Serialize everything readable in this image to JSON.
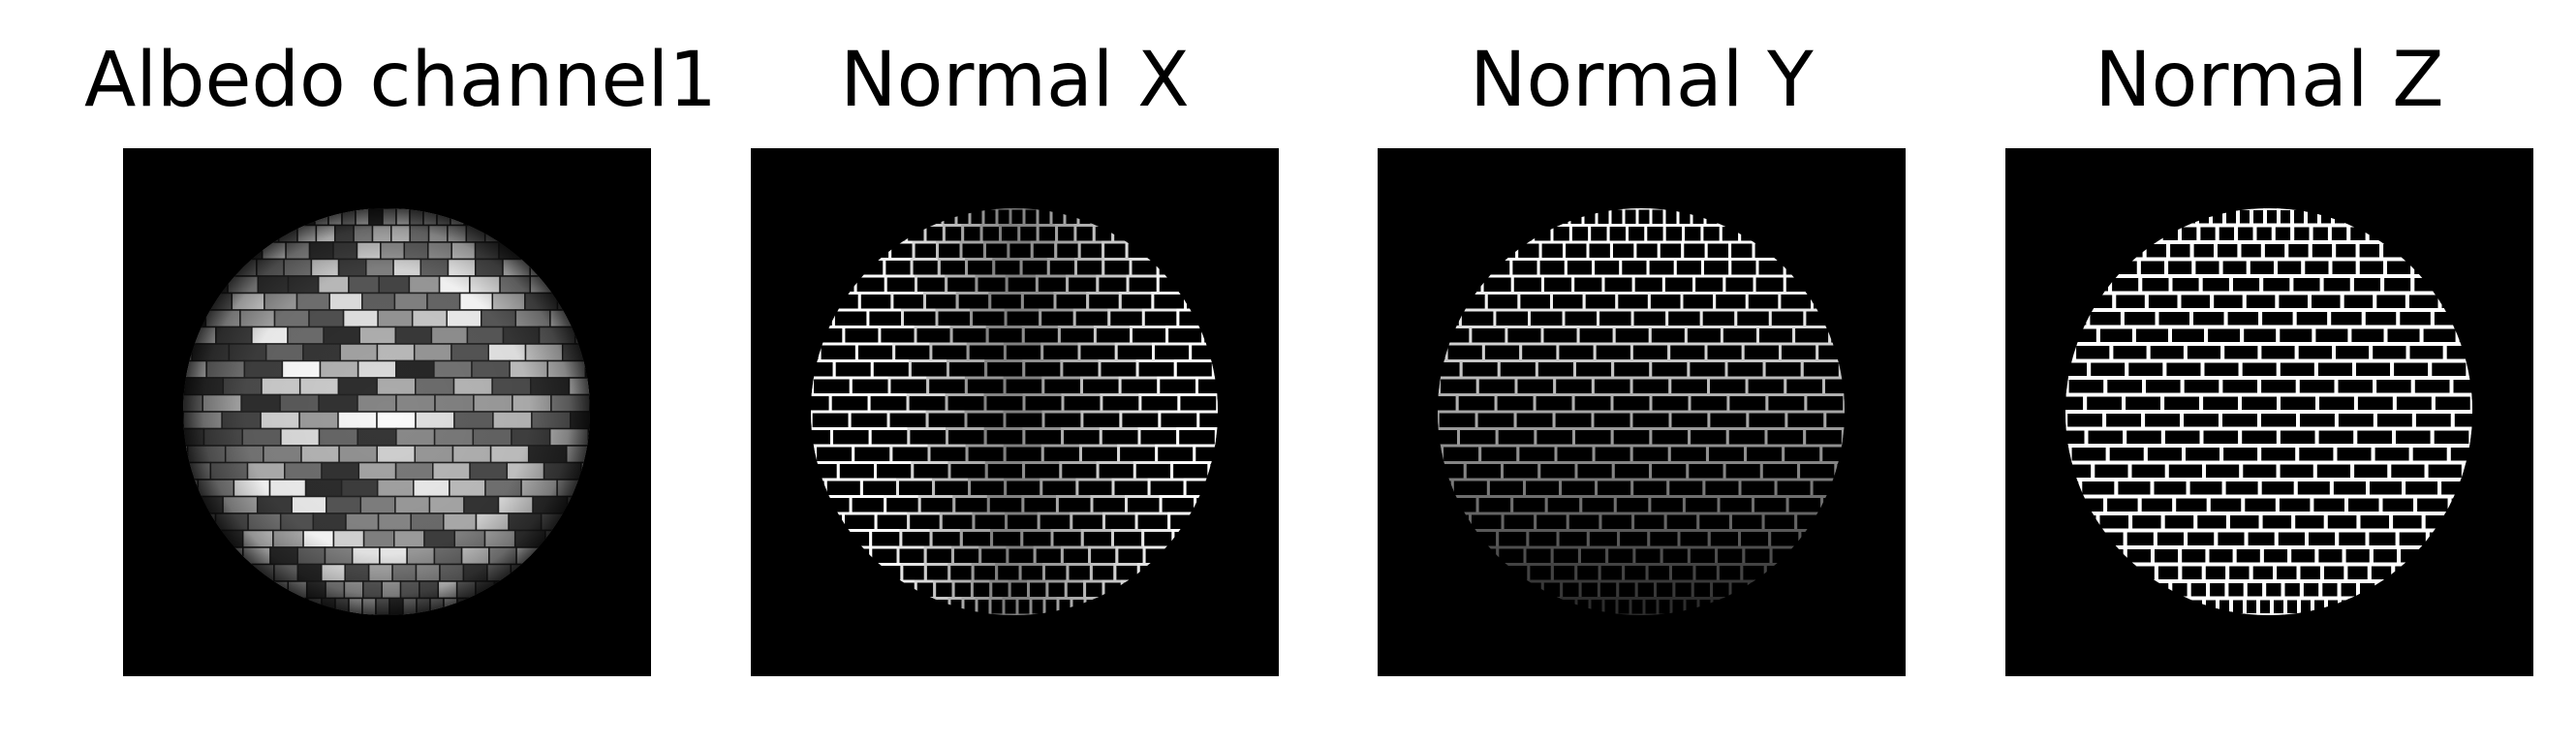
{
  "figure": {
    "panels": [
      {
        "id": "albedo",
        "title": "Albedo channel1",
        "image_icon": "albedo-sphere-image"
      },
      {
        "id": "normal-x",
        "title": "Normal X",
        "image_icon": "normal-x-sphere-image"
      },
      {
        "id": "normal-y",
        "title": "Normal Y",
        "image_icon": "normal-y-sphere-image"
      },
      {
        "id": "normal-z",
        "title": "Normal Z",
        "image_icon": "normal-z-sphere-image"
      }
    ],
    "colors": {
      "background": "#000000",
      "page": "#ffffff",
      "mortar_bright": "#ffffff",
      "mortar_grey": "#9a9a9a"
    }
  }
}
